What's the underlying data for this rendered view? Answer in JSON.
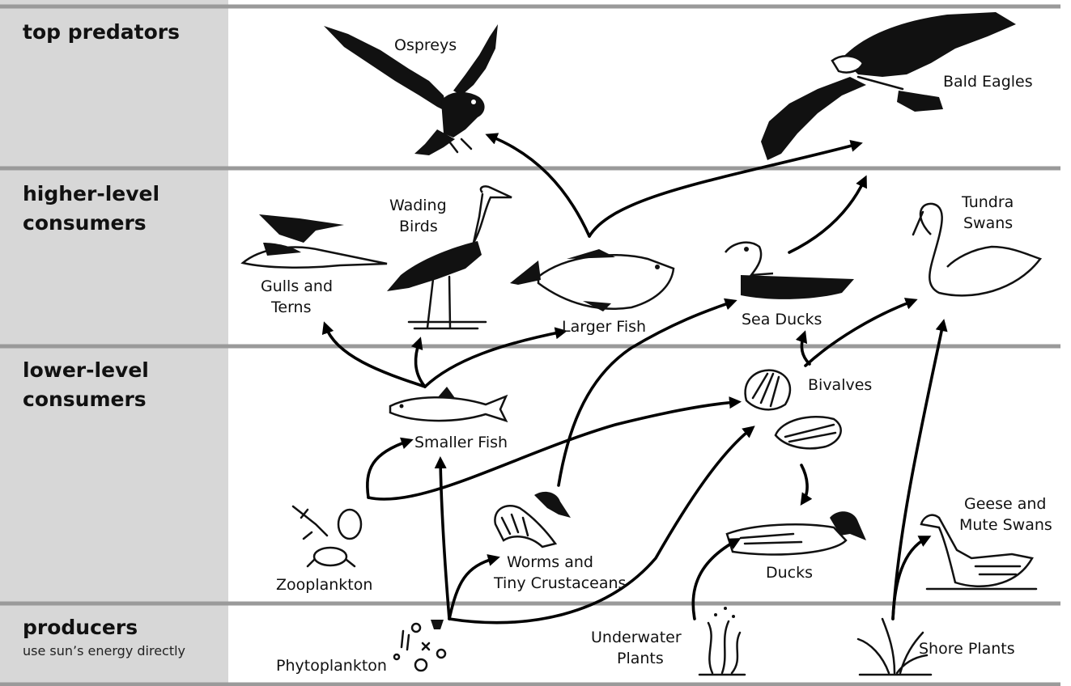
{
  "levels": [
    {
      "title_lines": [
        "top predators"
      ],
      "subtitle": ""
    },
    {
      "title_lines": [
        "higher-level",
        "consumers"
      ],
      "subtitle": ""
    },
    {
      "title_lines": [
        "lower-level",
        "consumers"
      ],
      "subtitle": ""
    },
    {
      "title_lines": [
        "producers"
      ],
      "subtitle": "use sun’s energy directly"
    }
  ],
  "organisms": {
    "ospreys": [
      "Ospreys"
    ],
    "bald_eagles": [
      "Bald Eagles"
    ],
    "wading_birds": [
      "Wading",
      "Birds"
    ],
    "tundra_swans": [
      "Tundra",
      "Swans"
    ],
    "gulls_terns": [
      "Gulls and",
      "Terns"
    ],
    "larger_fish": [
      "Larger Fish"
    ],
    "sea_ducks": [
      "Sea Ducks"
    ],
    "bivalves": [
      "Bivalves"
    ],
    "smaller_fish": [
      "Smaller Fish"
    ],
    "zooplankton": [
      "Zooplankton"
    ],
    "worms": [
      "Worms and",
      "Tiny Crustaceans"
    ],
    "ducks": [
      "Ducks"
    ],
    "geese": [
      "Geese and",
      "Mute Swans"
    ],
    "phytoplankton": [
      "Phytoplankton"
    ],
    "underwater_plants": [
      "Underwater",
      "Plants"
    ],
    "shore_plants": [
      "Shore Plants"
    ]
  },
  "icons": [
    "osprey-icon",
    "bald-eagle-icon",
    "wading-bird-icon",
    "tundra-swan-icon",
    "gull-tern-icon",
    "larger-fish-icon",
    "sea-duck-icon",
    "bivalve-icon",
    "smaller-fish-icon",
    "zooplankton-icon",
    "worm-crustacean-icon",
    "duck-icon",
    "goose-icon",
    "phytoplankton-icon",
    "underwater-plant-icon",
    "shore-plant-icon"
  ],
  "colors": {
    "label_column": "#d7d7d7",
    "separator": "#9a9a9a",
    "ink": "#111111",
    "background": "#ffffff"
  }
}
